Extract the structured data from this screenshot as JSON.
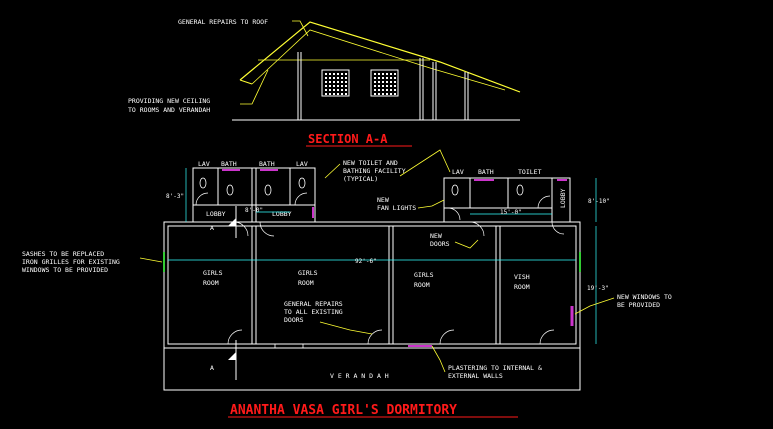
{
  "colors": {
    "background": "#000000",
    "walls": "#ffffff",
    "roof": "#ffff33",
    "annotation": "#ffff33",
    "dimension": "#33ffff",
    "title": "#ff1a1a",
    "magenta": "#cc33cc",
    "green": "#33cc33"
  },
  "section": {
    "title": "SECTION A-A",
    "note_roof": "GENERAL REPAIRS TO ROOF",
    "note_ceiling_1": "PROVIDING NEW CEILING",
    "note_ceiling_2": "TO ROOMS AND VERANDAH"
  },
  "plan": {
    "title": "ANANTHA VASA GIRL'S DORMITORY",
    "rooms": {
      "lav_1": "LAV",
      "bath_1": "BATH",
      "bath_2": "BATH",
      "lav_2": "LAV",
      "lobby_1": "LOBBY",
      "lobby_2": "LOBBY",
      "lav_3": "LAV",
      "bath_3": "BATH",
      "toilet": "TOILET",
      "lobby_3": "LOBBY",
      "girls_1a": "GIRLS",
      "girls_1b": "ROOM",
      "girls_2a": "GIRLS",
      "girls_2b": "ROOM",
      "girls_3a": "GIRLS",
      "girls_3b": "ROOM",
      "vish_a": "VISH",
      "vish_b": "ROOM",
      "verandah": "V E R A N D A H"
    },
    "dims": {
      "left_block": "8'-3\"",
      "mid_block": "8'-0\"",
      "overall": "92'-6\"",
      "right_top": "8'-10\"",
      "right_mid": "15'-0\"",
      "right_side": "19'-3\""
    },
    "section_marker": "A",
    "notes": {
      "toilet_1": "NEW TOILET AND",
      "toilet_2": "BATHING FACILITY",
      "toilet_3": "(TYPICAL)",
      "fan_1": "NEW",
      "fan_2": "FAN LIGHTS",
      "doors_1": "NEW",
      "doors_2": "DOORS",
      "sashes_1": "SASHES TO BE REPLACED",
      "sashes_2": "IRON GRILLES FOR EXISTING",
      "sashes_3": "WINDOWS TO BE PROVIDED",
      "repairs_1": "GENERAL REPAIRS",
      "repairs_2": "TO ALL EXISTING",
      "repairs_3": "DOORS",
      "window_1": "NEW WINDOWS TO",
      "window_2": "BE PROVIDED",
      "plaster_1": "PLASTERING TO INTERNAL &",
      "plaster_2": "EXTERNAL WALLS"
    }
  }
}
